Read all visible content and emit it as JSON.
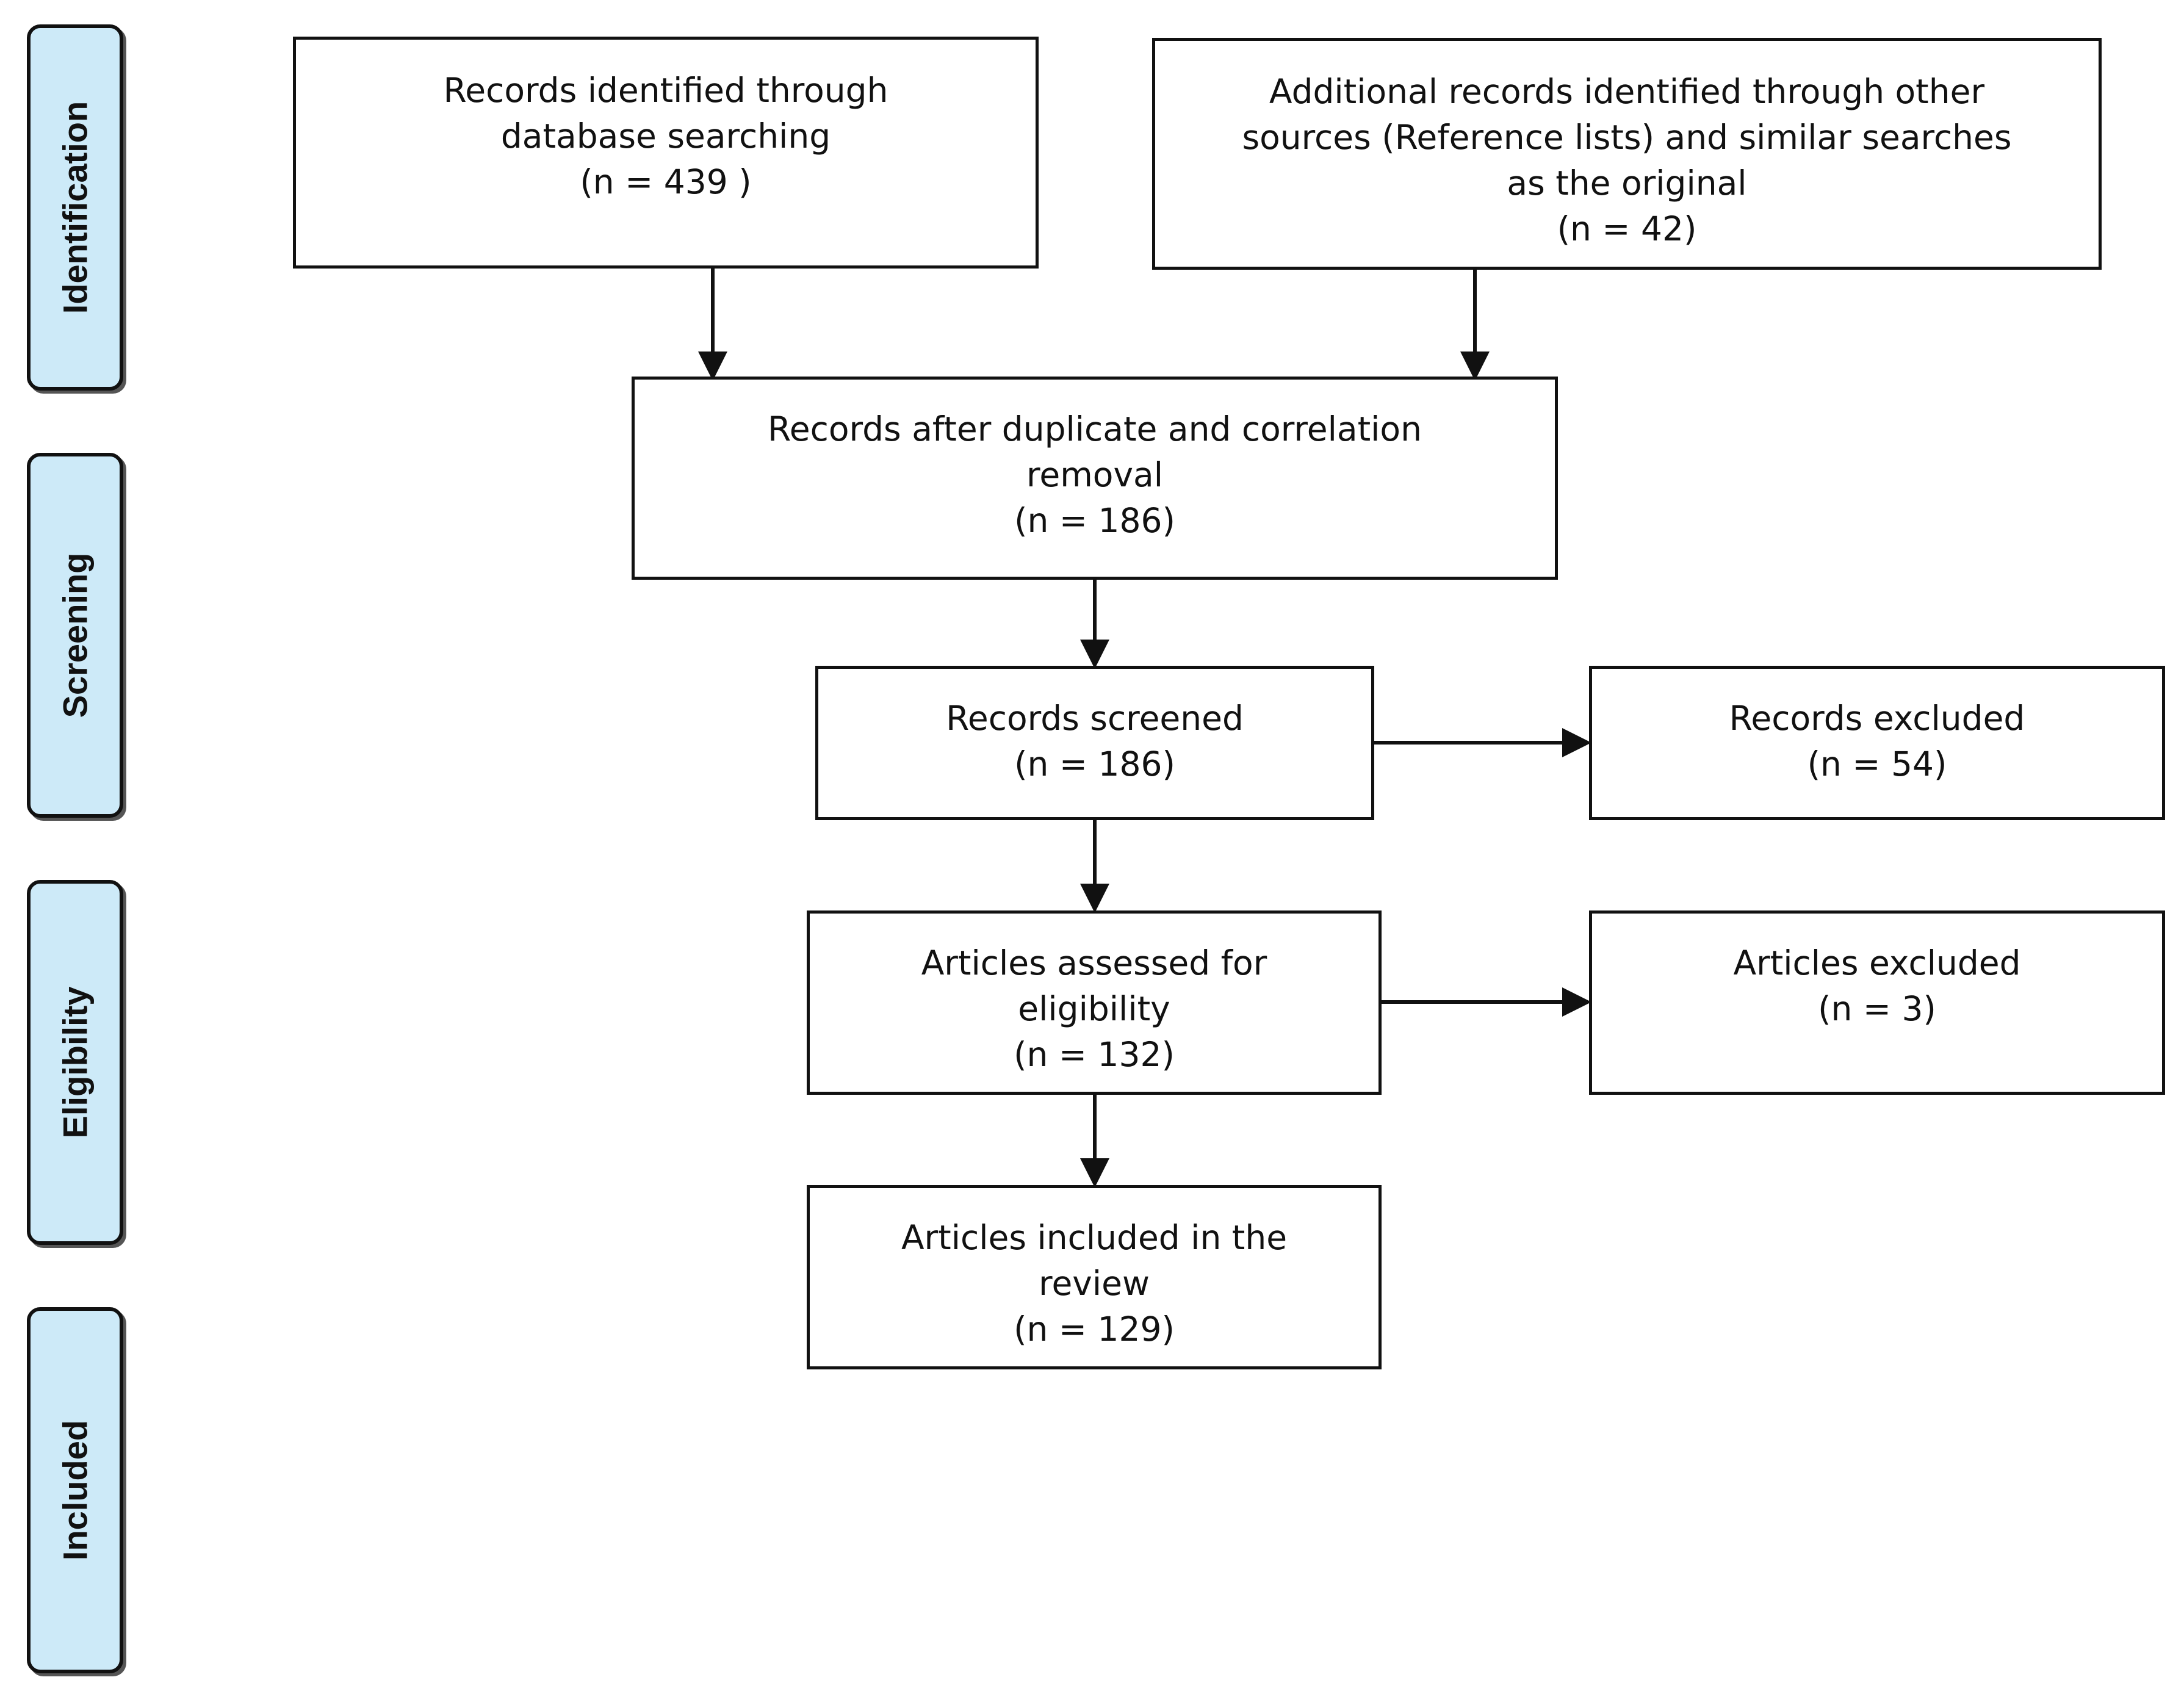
{
  "stages": [
    {
      "id": "identification",
      "label": "Identification"
    },
    {
      "id": "screening",
      "label": "Screening"
    },
    {
      "id": "eligibility",
      "label": "Eligibility"
    },
    {
      "id": "included",
      "label": "Included"
    }
  ],
  "boxes": {
    "database_search": {
      "lines": [
        "Records identified through",
        "database searching",
        "(n = 439 )"
      ]
    },
    "other_sources": {
      "lines": [
        "Additional records identified through other",
        "sources (Reference lists) and similar searches",
        "as the original",
        "(n = 42)"
      ]
    },
    "duplicate_removal": {
      "lines": [
        "Records after duplicate and correlation",
        "removal",
        "(n = 186)"
      ]
    },
    "records_screened": {
      "lines": [
        "Records screened",
        "(n = 186)"
      ]
    },
    "records_excluded": {
      "lines": [
        "Records excluded",
        "(n = 54)"
      ]
    },
    "eligibility_assessed": {
      "lines": [
        "Articles assessed for",
        "eligibility",
        "(n = 132)"
      ]
    },
    "articles_excluded": {
      "lines": [
        "Articles excluded",
        "(n = 3)"
      ]
    },
    "articles_included": {
      "lines": [
        "Articles included in the",
        "review",
        "(n = 129)"
      ]
    }
  },
  "colors": {
    "stage_fill": "#cdeaf8",
    "stroke": "#111111"
  }
}
